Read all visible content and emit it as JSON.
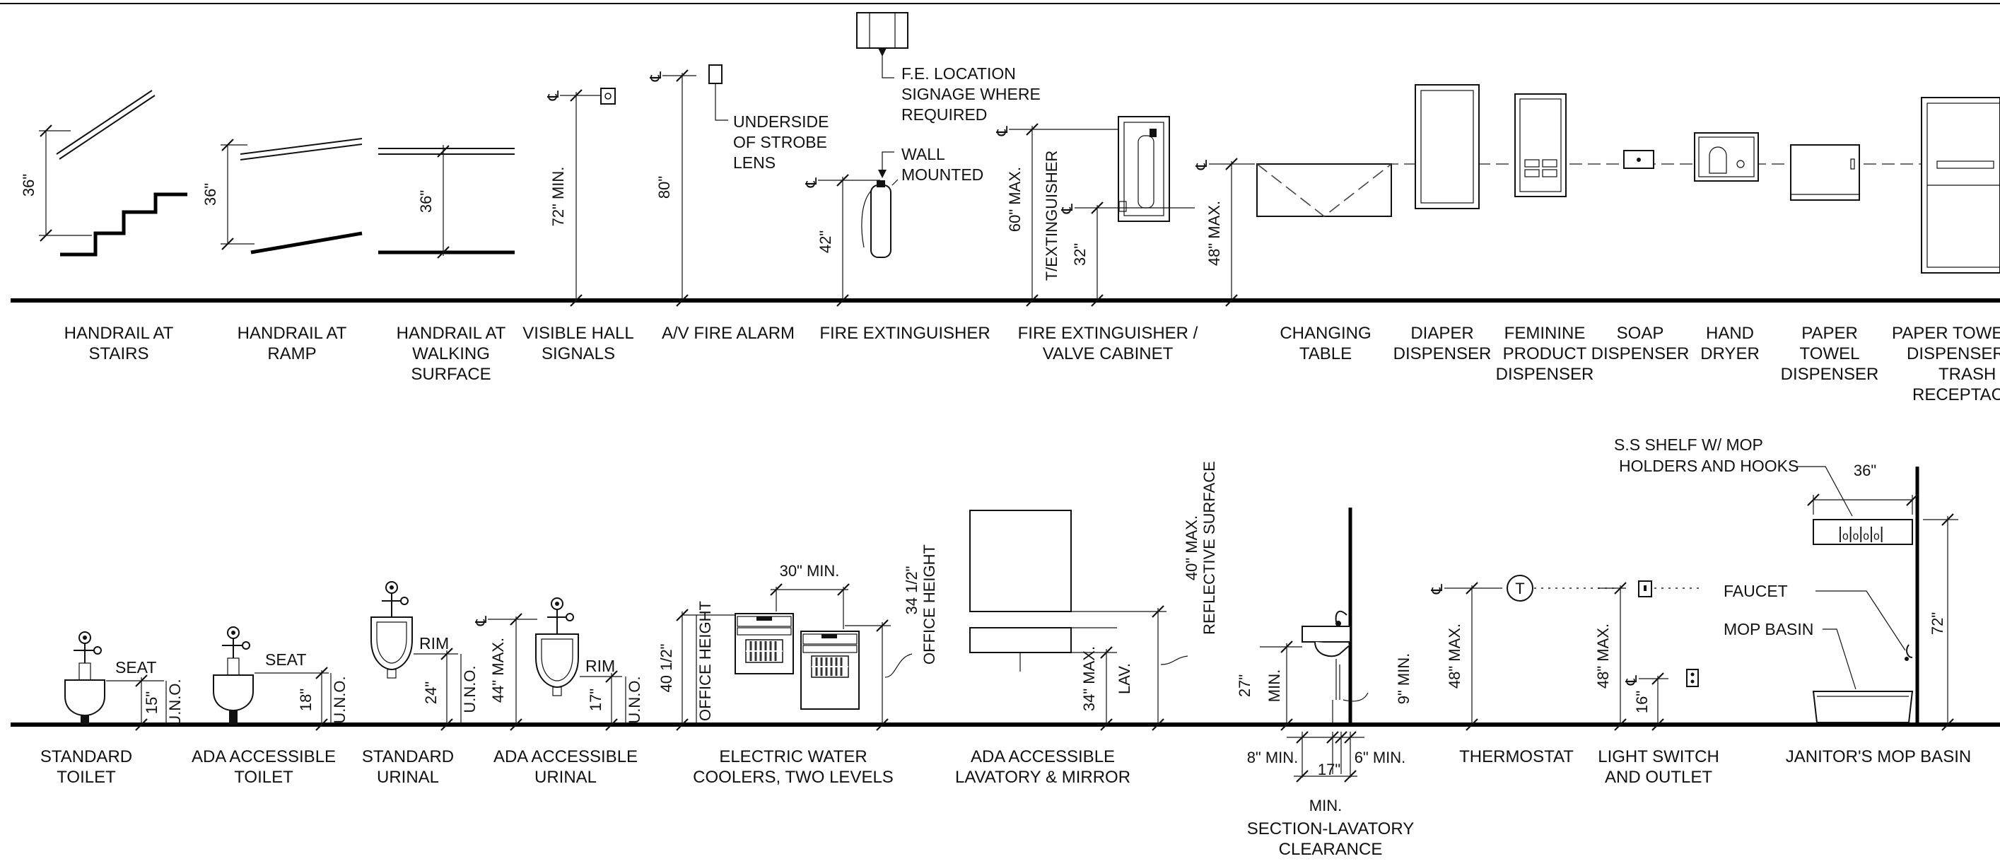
{
  "top_row_labels": {
    "handrail_stairs": [
      "HANDRAIL AT",
      "STAIRS"
    ],
    "handrail_ramp": [
      "HANDRAIL AT",
      "RAMP"
    ],
    "handrail_walking": [
      "HANDRAIL AT",
      "WALKING",
      "SURFACE"
    ],
    "visible_hall": [
      "VISIBLE HALL",
      "SIGNALS"
    ],
    "av_fire_alarm": [
      "A/V FIRE ALARM"
    ],
    "fire_ext": [
      "FIRE EXTINGUISHER"
    ],
    "fe_valve": [
      "FIRE EXTINGUISHER /",
      "VALVE CABINET"
    ],
    "changing_table": [
      "CHANGING",
      "TABLE"
    ],
    "diaper": [
      "DIAPER",
      "DISPENSER"
    ],
    "feminine": [
      "FEMININE",
      "PRODUCT",
      "DISPENSER"
    ],
    "soap": [
      "SOAP",
      "DISPENSER"
    ],
    "hand_dryer": [
      "HAND",
      "DRYER"
    ],
    "paper_towel": [
      "PAPER",
      "TOWEL",
      "DISPENSER"
    ],
    "paper_towel_trash": [
      "PAPER TOWEL",
      "DISPENSER /",
      "TRASH",
      "RECEPTACLE"
    ]
  },
  "bottom_row_labels": {
    "std_toilet": [
      "STANDARD",
      "TOILET"
    ],
    "ada_toilet": [
      "ADA ACCESSIBLE",
      "TOILET"
    ],
    "std_urinal": [
      "STANDARD",
      "URINAL"
    ],
    "ada_urinal": [
      "ADA ACCESSIBLE",
      "URINAL"
    ],
    "water_coolers": [
      "ELECTRIC WATER",
      "COOLERS, TWO LEVELS"
    ],
    "lavatory_mirror": [
      "ADA ACCESSIBLE",
      "LAVATORY & MIRROR"
    ],
    "section_lav": [
      "SECTION-LAVATORY",
      "CLEARANCE"
    ],
    "thermostat": [
      "THERMOSTAT"
    ],
    "light_switch": [
      "LIGHT SWITCH",
      "AND OUTLET"
    ],
    "mop_basin": [
      "JANITOR'S MOP BASIN"
    ]
  },
  "notes": {
    "fe_location": [
      "F.E. LOCATION",
      "SIGNAGE WHERE",
      "REQUIRED"
    ],
    "strobe": [
      "UNDERSIDE",
      "OF STROBE",
      "LENS"
    ],
    "wall_mounted": [
      "WALL",
      "MOUNTED"
    ],
    "shelf": [
      "S.S SHELF W/ MOP",
      "HOLDERS AND HOOKS"
    ],
    "faucet": "FAUCET",
    "mop_basin_note": "MOP BASIN",
    "seat": "SEAT",
    "rim": "RIM",
    "uno": "U.N.O.",
    "office_height": "OFFICE HEIGHT",
    "lav": "LAV.",
    "min": "MIN.",
    "t_ext": "T/EXTINGUISHER",
    "reflective": [
      "40\" MAX.",
      "REFLECTIVE SURFACE"
    ],
    "centerline": "℄"
  },
  "dims": {
    "d36": "36\"",
    "d72min": "72\" MIN.",
    "d80": "80\"",
    "d42": "42\"",
    "d60max": "60\" MAX.",
    "d32": "32\"",
    "d48max": "48\" MAX.",
    "d15": "15\"",
    "d18": "18\"",
    "d24": "24\"",
    "d44max": "44\" MAX.",
    "d17": "17\"",
    "d40half": "40 1/2\"",
    "d30min": "30\" MIN.",
    "d34half": "34 1/2\"",
    "d34max": "34\" MAX.",
    "d27": "27\"",
    "d9min": "9\" MIN.",
    "d8min": "8\" MIN.",
    "d17b": "17\"",
    "d6min": "6\" MIN.",
    "d16": "16\"",
    "d72": "72\""
  }
}
